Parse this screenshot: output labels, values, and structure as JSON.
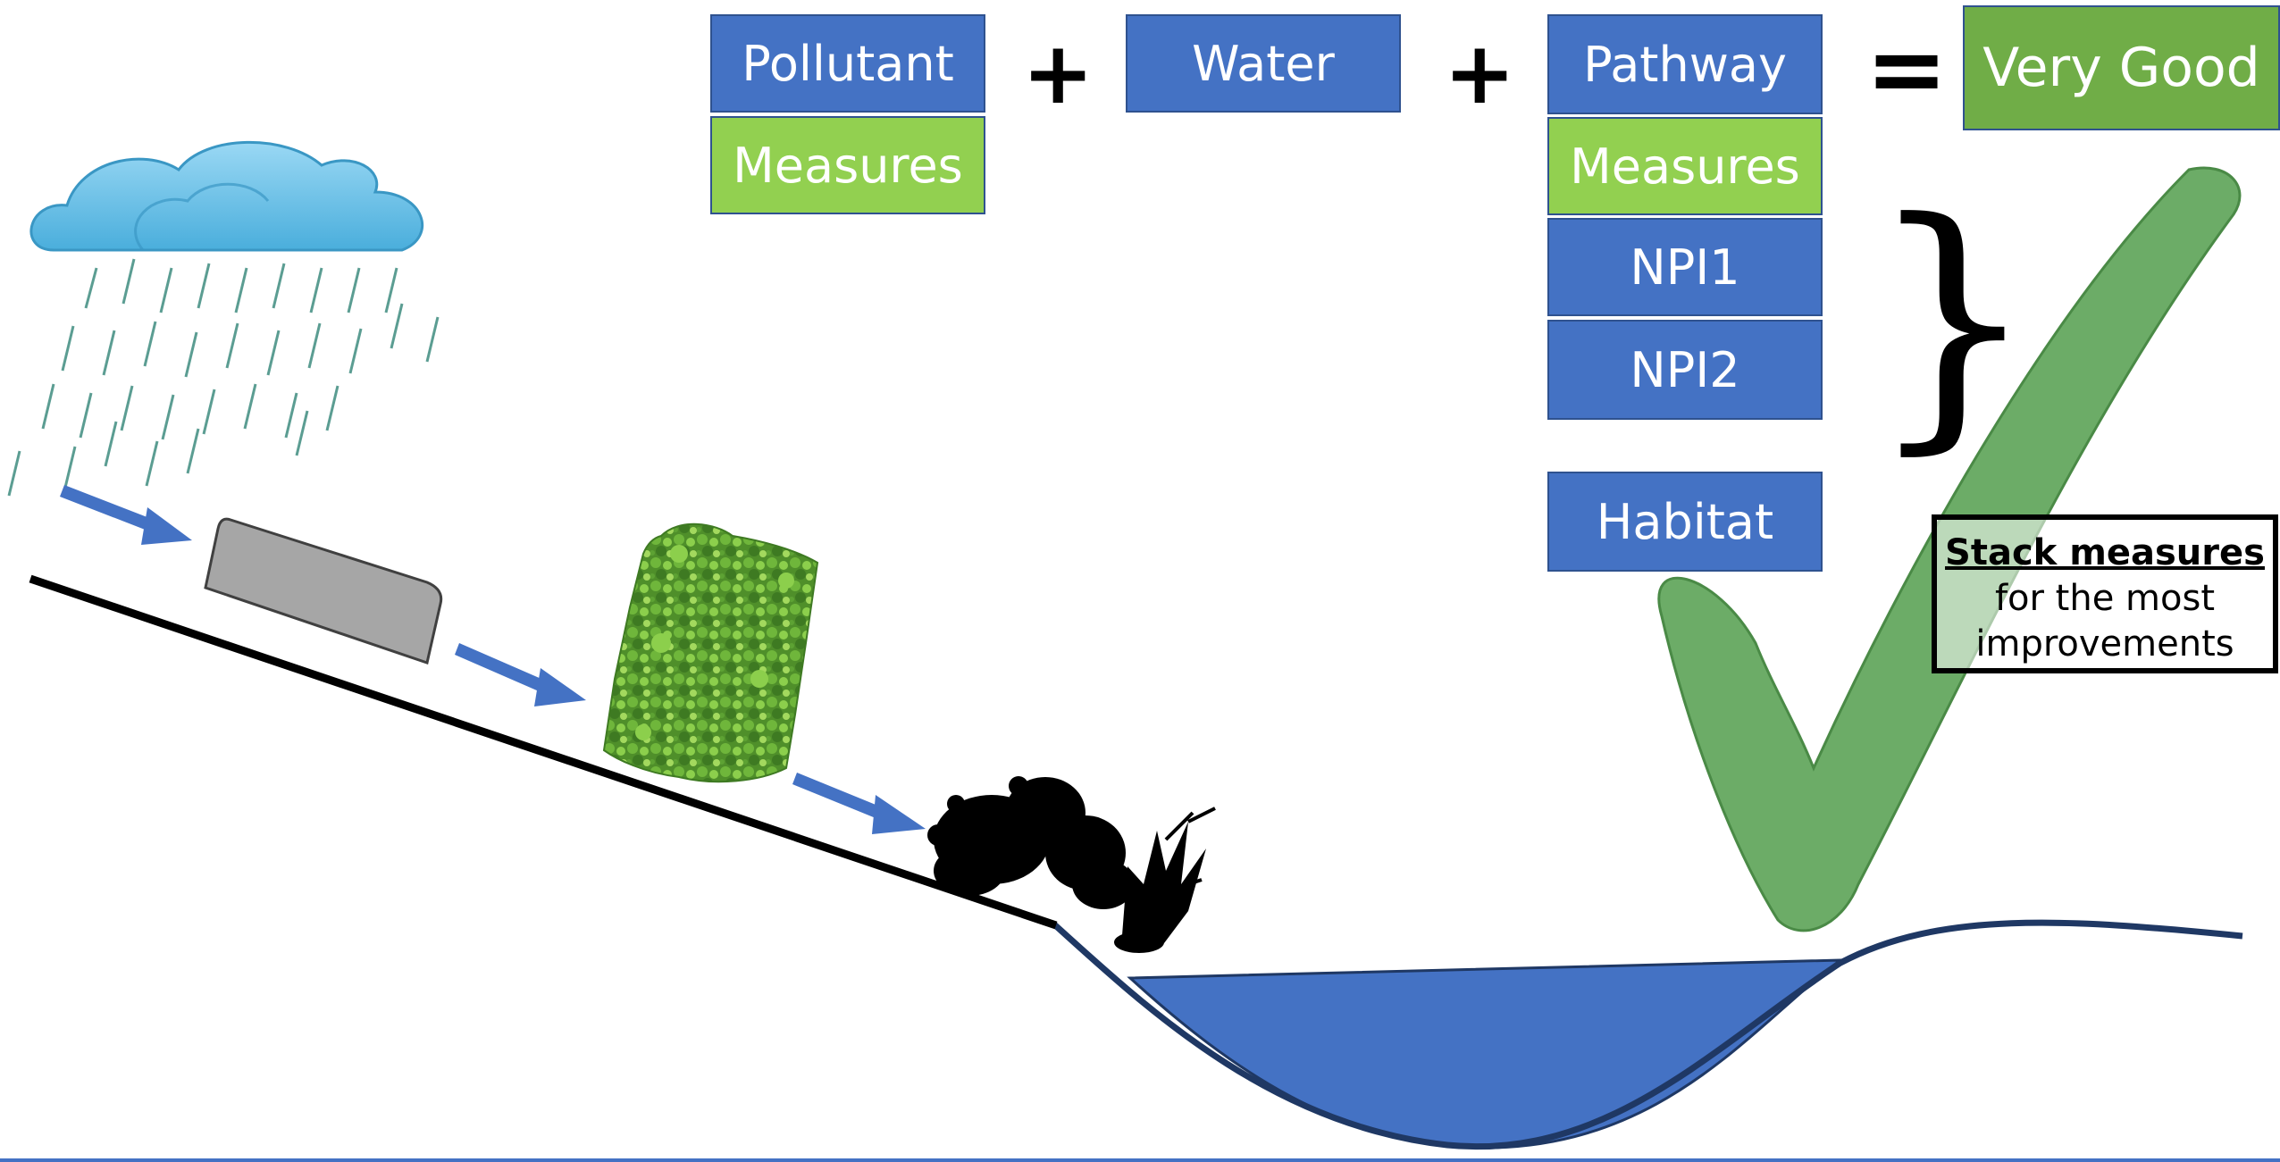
{
  "equation": {
    "pollutant": "Pollutant",
    "pollutant_measures": "Measures",
    "plus1": "+",
    "water": "Water",
    "plus2": "+",
    "pathway": "Pathway",
    "pathway_measures": "Measures",
    "npi1": "NPI1",
    "npi2": "NPI2",
    "habitat": "Habitat",
    "equals": "=",
    "result": "Very Good",
    "brace": "}"
  },
  "note": {
    "highlight": "Stack measures",
    "line2": "for the most",
    "line3": "improvements"
  },
  "colors": {
    "blue_box": "#4472c4",
    "box_border": "#2f528f",
    "light_green": "#92d050",
    "dark_green": "#70ad47",
    "tick_green": "#5fa55a",
    "water": "#4472c4",
    "riverbank": "#1f3864",
    "rain_cloud": "#5bbce4",
    "slope": "#000000",
    "arrow": "#4472c4"
  },
  "icons": {
    "cloud": "rain-cloud-icon",
    "block": "grey-block-icon",
    "hedge": "green-hedge-icon",
    "shrub": "black-shrub-icon",
    "tick": "check-mark-icon"
  }
}
